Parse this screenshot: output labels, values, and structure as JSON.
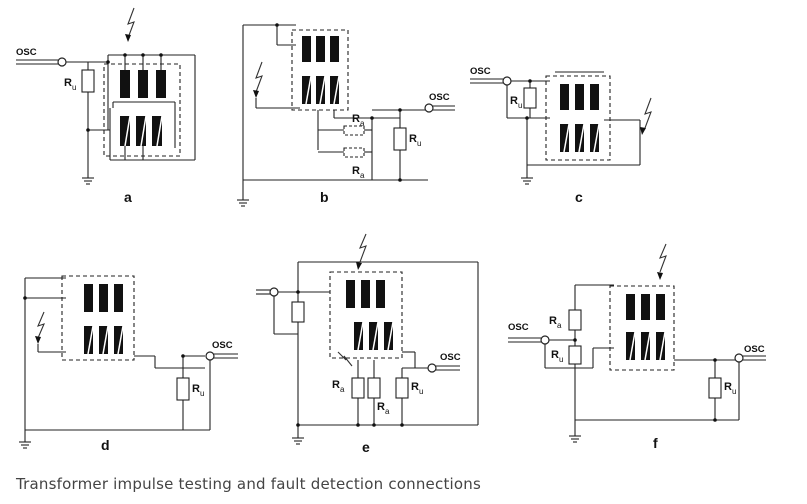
{
  "figure": {
    "labels": {
      "osc": "OSC",
      "ru": "R",
      "ru_sub": "u",
      "ra": "R",
      "ra_sub": "a"
    },
    "panels": [
      "a",
      "b",
      "c",
      "d",
      "e",
      "f"
    ]
  },
  "caption": "Transformer impulse testing and fault detection connections"
}
